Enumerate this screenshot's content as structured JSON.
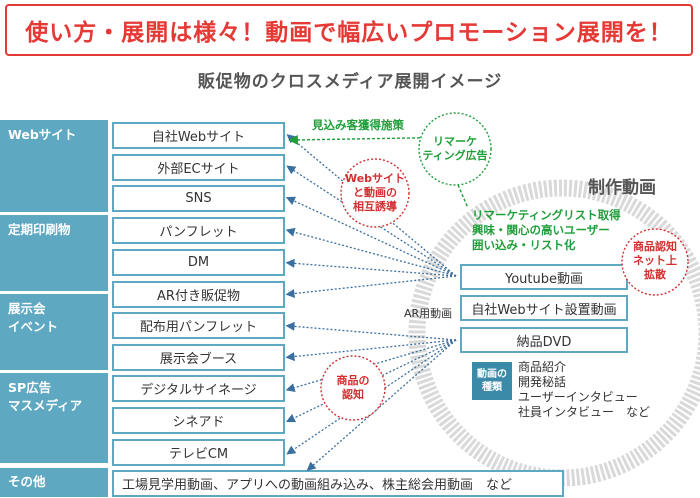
{
  "banner": {
    "text": "使い方・展開は様々！動画で幅広いプロモーション展開を！"
  },
  "subtitle": "販促物のクロスメディア展開イメージ",
  "categories": [
    {
      "label": "Webサイト",
      "items": [
        "自社Webサイト",
        "外部ECサイト",
        "SNS"
      ]
    },
    {
      "label": "定期印刷物",
      "items": [
        "パンフレット",
        "DM"
      ]
    },
    {
      "label": "展示会\nイベント",
      "items": [
        "AR付き販促物",
        "配布用パンフレット",
        "展示会ブース"
      ]
    },
    {
      "label": "SP広告\nマスメディア",
      "items": [
        "デジタルサイネージ",
        "シネアド",
        "テレビCM"
      ]
    },
    {
      "label": "その他",
      "items": [
        "工場見学用動画、アプリへの動画組み込み、株主総会用動画　など"
      ]
    }
  ],
  "right_panel": {
    "title": "制作動画",
    "boxes": [
      "Youtube動画",
      "自社Webサイト設置動画",
      "納品DVD"
    ],
    "green_lines": [
      "リマーケティングリスト取得",
      "興味・関心の高いユーザー",
      "囲い込み・リスト化"
    ],
    "ar_label": "AR用動画",
    "types_label_line1": "動画の",
    "types_label_line2": "種類",
    "types": [
      "商品紹介",
      "開発秘話",
      "ユーザーインタビュー",
      "社員インタビュー　など"
    ]
  },
  "annotations": {
    "arrow_label": "見込み客獲得施策",
    "circle_web_lines": [
      "Webサイト",
      "と動画の",
      "相互誘導"
    ],
    "circle_remarketing_lines": [
      "リマーケ",
      "ティング広告"
    ],
    "circle_product_lines": [
      "商品の",
      "認知"
    ],
    "circle_net_lines": [
      "商品認知",
      "ネット上",
      "拡散"
    ]
  },
  "colors": {
    "accent_red": "#e53935",
    "category_blue": "#5fa8c2",
    "green": "#1f9e3a",
    "dots": "#3b6f9e",
    "ring": "#d9d9d9"
  }
}
